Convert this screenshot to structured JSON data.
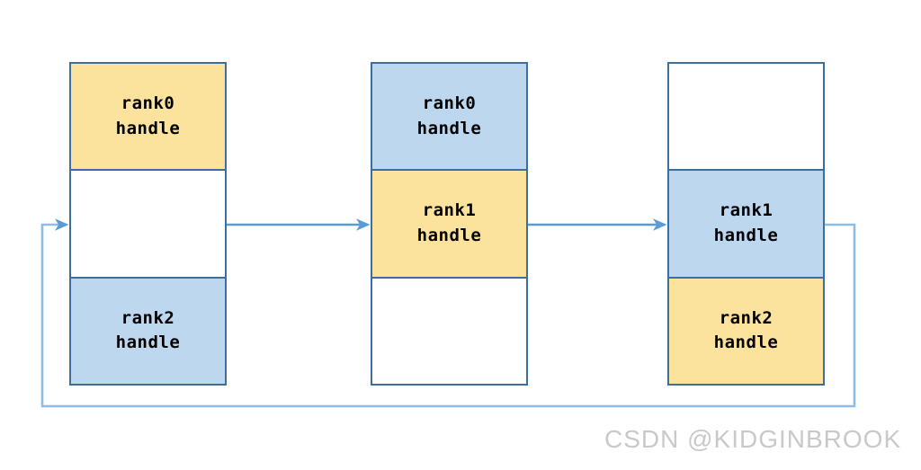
{
  "diagram": {
    "type": "linked-handle-ring",
    "title": "",
    "background_color": "#ffffff",
    "colors": {
      "box_border": "#3E6E9E",
      "slot_yellow": "#FCE39D",
      "slot_blue": "#BDD7EE",
      "slot_empty": "#FFFFFF",
      "arrow": "#5B9BD5",
      "watermark": "#C9C9C9"
    },
    "boxes": [
      {
        "id": "handle-box-0",
        "name": "rank0-handle-table",
        "slots": [
          {
            "fill": "yellow",
            "line1": "rank0",
            "line2": "handle"
          },
          {
            "fill": "none",
            "line1": "",
            "line2": ""
          },
          {
            "fill": "blue",
            "line1": "rank2",
            "line2": "handle"
          }
        ]
      },
      {
        "id": "handle-box-1",
        "name": "rank1-handle-table",
        "slots": [
          {
            "fill": "blue",
            "line1": "rank0",
            "line2": "handle"
          },
          {
            "fill": "yellow",
            "line1": "rank1",
            "line2": "handle"
          },
          {
            "fill": "none",
            "line1": "",
            "line2": ""
          }
        ]
      },
      {
        "id": "handle-box-2",
        "name": "rank2-handle-table",
        "slots": [
          {
            "fill": "none",
            "line1": "",
            "line2": ""
          },
          {
            "fill": "blue",
            "line1": "rank1",
            "line2": "handle"
          },
          {
            "fill": "yellow",
            "line1": "rank2",
            "line2": "handle"
          }
        ]
      }
    ],
    "connectors": [
      {
        "name": "arrow-box0-to-box1",
        "from": "handle-box-0",
        "to": "handle-box-1",
        "style": "straight-right"
      },
      {
        "name": "arrow-box1-to-box2",
        "from": "handle-box-1",
        "to": "handle-box-2",
        "style": "straight-right"
      },
      {
        "name": "arrow-box2-to-box0-loop",
        "from": "handle-box-2",
        "to": "handle-box-0",
        "style": "wrap-around-bottom"
      }
    ]
  },
  "watermark": {
    "text": "CSDN @KIDGINBROOK"
  }
}
